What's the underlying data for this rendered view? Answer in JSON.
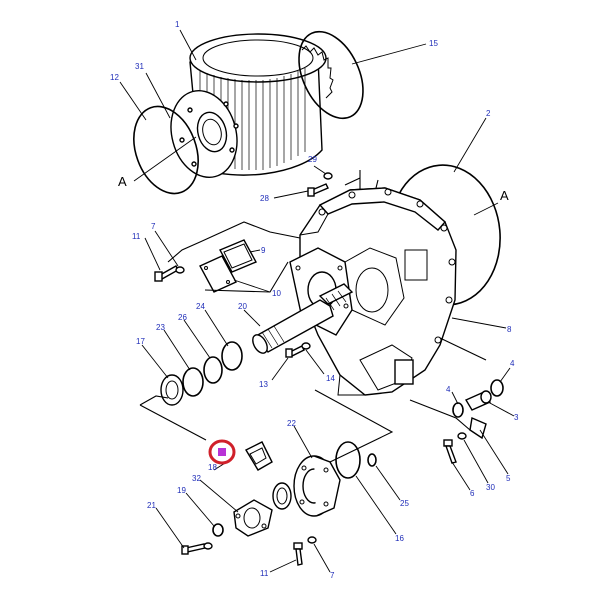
{
  "diagram": {
    "section_marks": [
      "A",
      "A"
    ],
    "callouts": [
      "1",
      "31",
      "12",
      "15",
      "2",
      "29",
      "28",
      "7",
      "11",
      "9",
      "10",
      "24",
      "26",
      "20",
      "23",
      "17",
      "14",
      "13",
      "8",
      "4",
      "4",
      "3",
      "5",
      "30",
      "6",
      "22",
      "25",
      "16",
      "18",
      "32",
      "19",
      "21",
      "11",
      "7"
    ],
    "highlight": {
      "color": "#d0202a",
      "marker_color": "#b833d6"
    }
  }
}
